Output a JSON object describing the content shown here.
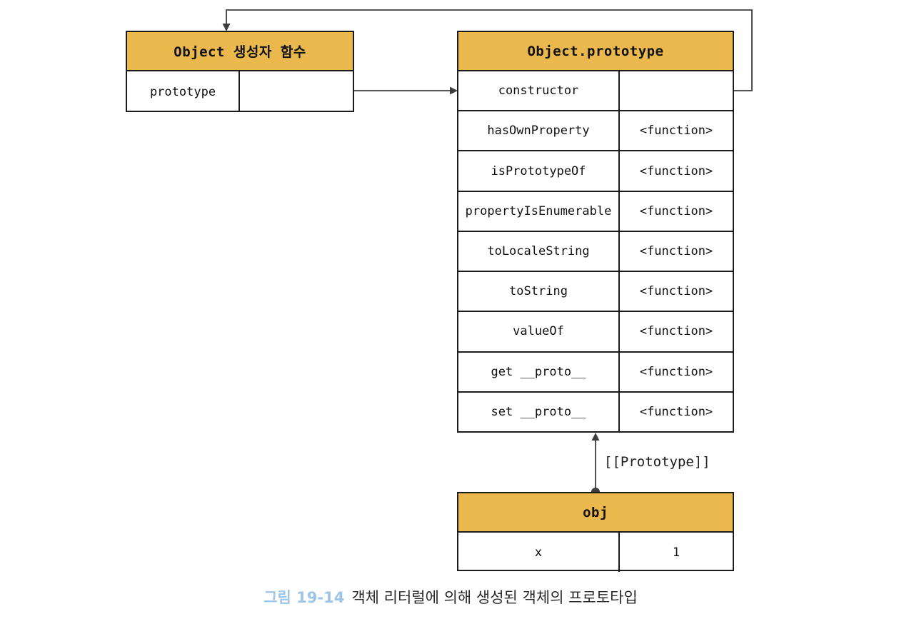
{
  "colors": {
    "header_bg": "#ebb84d",
    "table_border": "#1b1b1b",
    "connector": "#3d3d3d",
    "caption_accent": "#9cc5e8",
    "caption_text": "#2b2b2b",
    "text": "#111111",
    "background": "#ffffff"
  },
  "tables": {
    "object_constructor": {
      "title": "Object 생성자 함수",
      "rows": [
        {
          "key": "prototype",
          "value": ""
        }
      ]
    },
    "object_prototype": {
      "title": "Object.prototype",
      "rows": [
        {
          "key": "constructor",
          "value": ""
        },
        {
          "key": "hasOwnProperty",
          "value": "<function>"
        },
        {
          "key": "isPrototypeOf",
          "value": "<function>"
        },
        {
          "key": "propertyIsEnumerable",
          "value": "<function>"
        },
        {
          "key": "toLocaleString",
          "value": "<function>"
        },
        {
          "key": "toString",
          "value": "<function>"
        },
        {
          "key": "valueOf",
          "value": "<function>"
        },
        {
          "key": "get __proto__",
          "value": "<function>"
        },
        {
          "key": "set __proto__",
          "value": "<function>"
        }
      ]
    },
    "obj": {
      "title": "obj",
      "rows": [
        {
          "key": "x",
          "value": "1"
        }
      ]
    }
  },
  "labels": {
    "prototype_link": "[[Prototype]]"
  },
  "caption": {
    "figure_label": "그림 19-14",
    "text": "객체 리터럴에 의해 생성된 객체의 프로토타입"
  }
}
